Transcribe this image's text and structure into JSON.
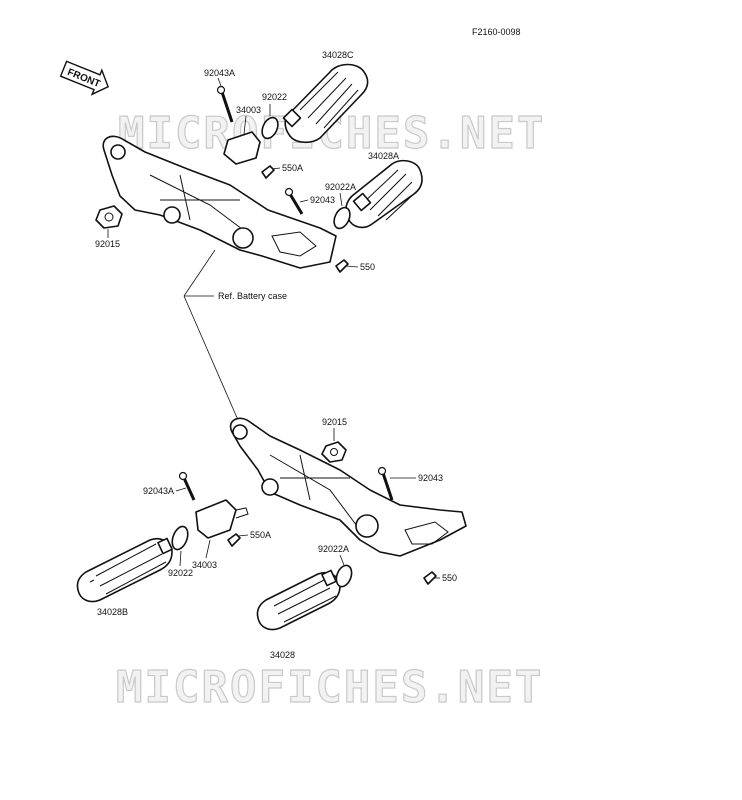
{
  "diagram": {
    "code": "F2160-0098",
    "front_badge": "FRONT",
    "watermark": "MICROFICHES.NET",
    "ref_note": "Ref. Battery case",
    "upper_labels": {
      "p34028C": "34028C",
      "p92043A": "92043A",
      "p92022": "92022",
      "p34003": "34003",
      "p550A": "550A",
      "p34028A": "34028A",
      "p92022A": "92022A",
      "p92043": "92043",
      "p92015": "92015",
      "p550": "550"
    },
    "lower_labels": {
      "p92015": "92015",
      "p92043": "92043",
      "p92043A": "92043A",
      "p550A": "550A",
      "p34003": "34003",
      "p92022": "92022",
      "p92022A": "92022A",
      "p550": "550",
      "p34028B": "34028B",
      "p34028": "34028"
    }
  }
}
